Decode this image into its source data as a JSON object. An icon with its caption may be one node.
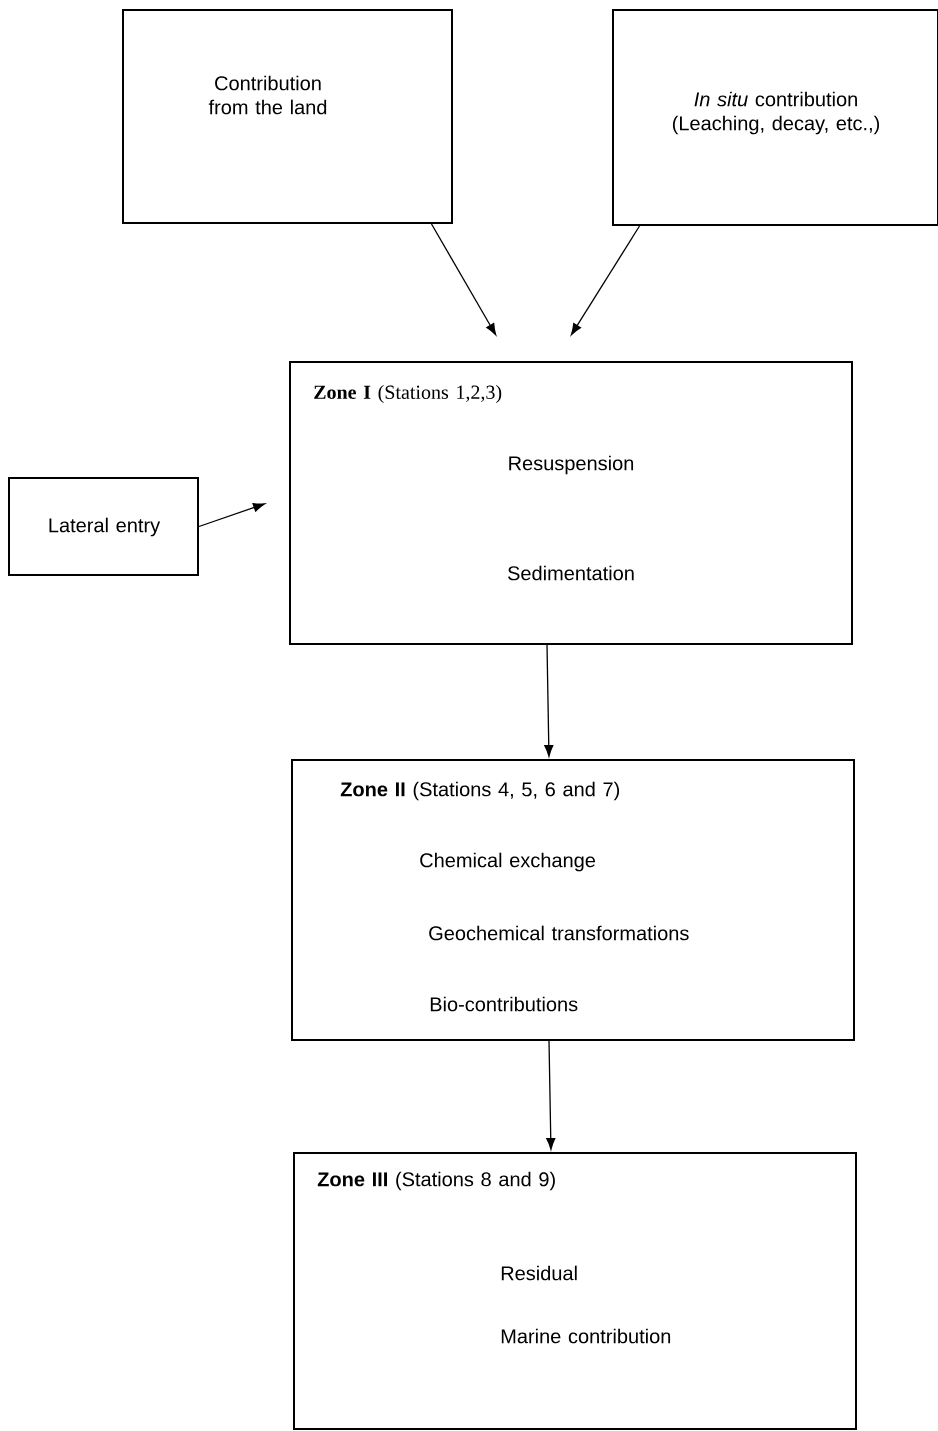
{
  "diagram": {
    "nodes": [
      {
        "text": [
          "Contribution from the land"
        ]
      },
      {
        "text": [
          "*In situ* contribution (Leaching, decay, etc.,)"
        ]
      },
      {
        "text": [
          "Lateral entry"
        ]
      },
      {
        "text": [
          "**Zone I** (Stations 1,2,3)",
          "Resuspension",
          "Sedimentation"
        ]
      },
      {
        "text": [
          "**Zone II** (Stations 4, 5, 6 and 7)",
          "Chemical exchange",
          "Geochemical transformations",
          "Bio-contributions"
        ]
      },
      {
        "text": [
          "**Zone III** (Stations 8 and 9)",
          "Residual",
          "Marine contribution"
        ]
      }
    ],
    "edges": [
      {
        "from": 0,
        "to": 3,
        "arrow": "to"
      },
      {
        "from": 1,
        "to": 3,
        "arrow": "to"
      },
      {
        "from": 2,
        "to": 3,
        "arrow": "to"
      },
      {
        "from": 3,
        "to": 4,
        "arrow": "to"
      },
      {
        "from": 4,
        "to": 5,
        "arrow": "to"
      }
    ]
  }
}
